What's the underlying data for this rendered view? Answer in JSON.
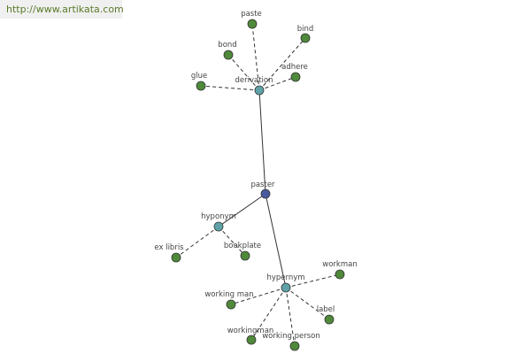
{
  "watermark": "http://www.artikata.com",
  "colors": {
    "center": "#4a5aa0",
    "relation": "#5fa3a8",
    "leaf": "#4f8a3a",
    "stroke": "#333333",
    "edge": "#333333"
  },
  "nodes": [
    {
      "id": "paster",
      "label": "paster",
      "kind": "center"
    },
    {
      "id": "derivation",
      "label": "derivation",
      "kind": "relation"
    },
    {
      "id": "hyponym",
      "label": "hyponym",
      "kind": "relation"
    },
    {
      "id": "hypernym",
      "label": "hypernym",
      "kind": "relation"
    },
    {
      "id": "paste",
      "label": "paste",
      "kind": "leaf"
    },
    {
      "id": "bind",
      "label": "bind",
      "kind": "leaf"
    },
    {
      "id": "bond",
      "label": "bond",
      "kind": "leaf"
    },
    {
      "id": "adhere",
      "label": "adhere",
      "kind": "leaf"
    },
    {
      "id": "glue",
      "label": "glue",
      "kind": "leaf"
    },
    {
      "id": "ex-libris",
      "label": "ex libris",
      "kind": "leaf"
    },
    {
      "id": "bookplate",
      "label": "bookplate",
      "kind": "leaf"
    },
    {
      "id": "workman",
      "label": "workman",
      "kind": "leaf"
    },
    {
      "id": "working-man",
      "label": "working man",
      "kind": "leaf"
    },
    {
      "id": "label",
      "label": "label",
      "kind": "leaf"
    },
    {
      "id": "workingman",
      "label": "workingman",
      "kind": "leaf"
    },
    {
      "id": "working-person",
      "label": "working person",
      "kind": "leaf"
    }
  ],
  "edges": [
    {
      "from": "paster",
      "to": "derivation",
      "style": "solid"
    },
    {
      "from": "paster",
      "to": "hyponym",
      "style": "solid"
    },
    {
      "from": "paster",
      "to": "hypernym",
      "style": "solid"
    },
    {
      "from": "derivation",
      "to": "paste",
      "style": "dashed"
    },
    {
      "from": "derivation",
      "to": "bind",
      "style": "dashed"
    },
    {
      "from": "derivation",
      "to": "bond",
      "style": "dashed"
    },
    {
      "from": "derivation",
      "to": "adhere",
      "style": "dashed"
    },
    {
      "from": "derivation",
      "to": "glue",
      "style": "dashed"
    },
    {
      "from": "hyponym",
      "to": "ex-libris",
      "style": "dashed"
    },
    {
      "from": "hyponym",
      "to": "bookplate",
      "style": "dashed"
    },
    {
      "from": "hypernym",
      "to": "workman",
      "style": "dashed"
    },
    {
      "from": "hypernym",
      "to": "working-man",
      "style": "dashed"
    },
    {
      "from": "hypernym",
      "to": "label",
      "style": "dashed"
    },
    {
      "from": "hypernym",
      "to": "workingman",
      "style": "dashed"
    },
    {
      "from": "hypernym",
      "to": "working-person",
      "style": "dashed"
    }
  ]
}
